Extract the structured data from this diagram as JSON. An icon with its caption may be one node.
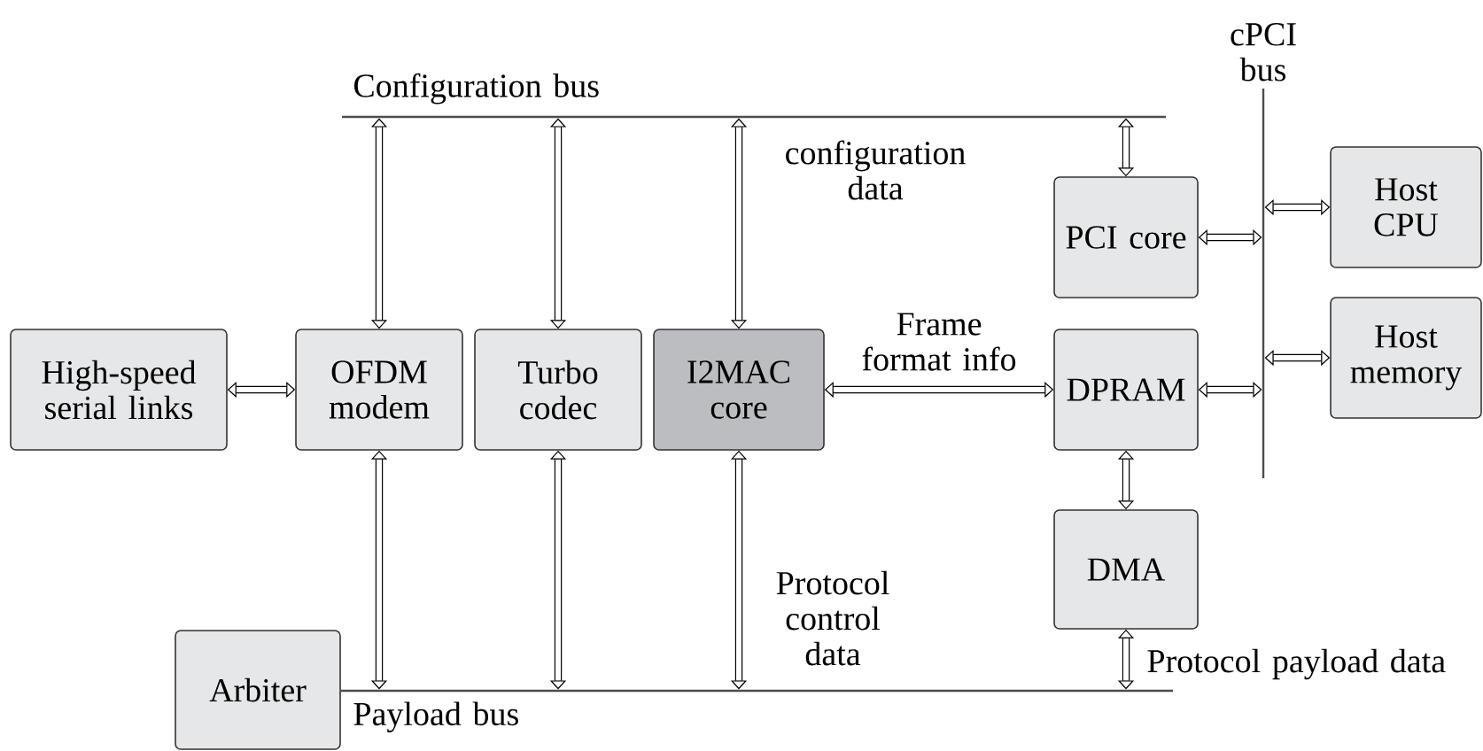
{
  "diagram": {
    "nodes": [
      {
        "text": [
          "Configuration bus"
        ]
      },
      {
        "text": [
          "cPCI bus"
        ]
      },
      {
        "text": [
          "High-speed serial links"
        ]
      },
      {
        "text": [
          "OFDM modem"
        ]
      },
      {
        "text": [
          "Turbo codec"
        ]
      },
      {
        "text": [
          "I2MAC core"
        ]
      },
      {
        "text": [
          "PCI core"
        ]
      },
      {
        "text": [
          "DPRAM"
        ]
      },
      {
        "text": [
          "Host CPU"
        ]
      },
      {
        "text": [
          "Host memory"
        ]
      },
      {
        "text": [
          "DMA"
        ]
      },
      {
        "text": [
          "Arbiter"
        ]
      },
      {
        "text": [
          "Payload bus"
        ]
      }
    ],
    "edges": [
      {
        "from": 0,
        "to": 3,
        "arrow": "both"
      },
      {
        "from": 0,
        "to": 4,
        "arrow": "both"
      },
      {
        "from": 0,
        "to": 5,
        "arrow": "both",
        "label": "configuration data"
      },
      {
        "from": 0,
        "to": 6,
        "arrow": "both"
      },
      {
        "from": 2,
        "to": 3,
        "arrow": "both"
      },
      {
        "from": 5,
        "to": 7,
        "arrow": "both",
        "label": "Frame format info"
      },
      {
        "from": 6,
        "to": 1,
        "arrow": "both"
      },
      {
        "from": 7,
        "to": 1,
        "arrow": "both"
      },
      {
        "from": 1,
        "to": 8,
        "arrow": "both"
      },
      {
        "from": 1,
        "to": 9,
        "arrow": "both"
      },
      {
        "from": 7,
        "to": 10,
        "arrow": "both"
      },
      {
        "from": 3,
        "to": 12,
        "arrow": "both"
      },
      {
        "from": 4,
        "to": 12,
        "arrow": "both"
      },
      {
        "from": 5,
        "to": 12,
        "arrow": "both",
        "label": "Protocol control data"
      },
      {
        "from": 10,
        "to": 12,
        "arrow": "both",
        "label": "Protocol payload data"
      }
    ]
  }
}
